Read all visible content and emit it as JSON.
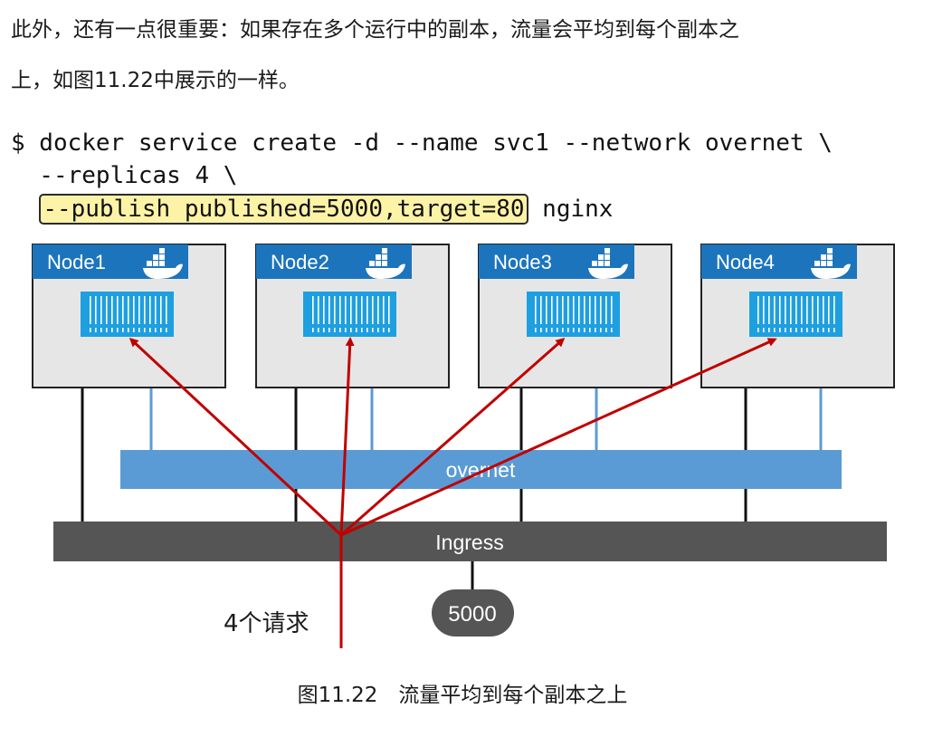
{
  "paragraph": {
    "line1": "此外，还有一点很重要：如果存在多个运行中的副本，流量会平均到每个副本之",
    "line2": "上，如图11.22中展示的一样。"
  },
  "command": {
    "line1": "$ docker service create -d --name svc1 --network overnet \\",
    "line2": "  --replicas 4 \\",
    "line3_prefix": "  ",
    "line3_highlight": "--publish published=5000,target=80",
    "line3_suffix": " nginx"
  },
  "diagram": {
    "nodes": [
      {
        "label": "Node1"
      },
      {
        "label": "Node2"
      },
      {
        "label": "Node3"
      },
      {
        "label": "Node4"
      }
    ],
    "overlay_network_label": "overnet",
    "ingress_label": "Ingress",
    "published_port": "5000",
    "request_label": "4个请求",
    "colors": {
      "node_header": "#1c75bc",
      "node_body": "#e6e6e6",
      "container": "#1e9fdf",
      "overlay_bar": "#5b9bd5",
      "ingress_bar": "#555555",
      "arrow": "#c00000"
    },
    "icons": [
      "docker-whale-icon",
      "container-icon"
    ]
  },
  "caption": "图11.22　流量平均到每个副本之上"
}
